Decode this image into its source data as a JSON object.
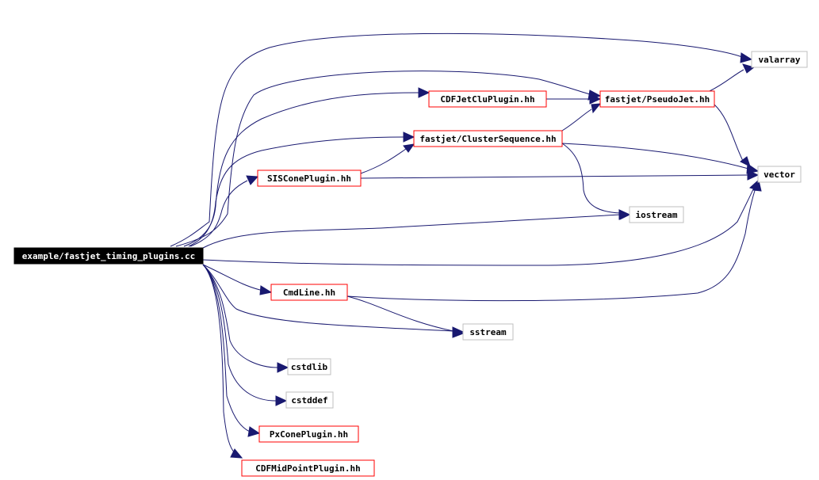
{
  "graph": {
    "root": "example/fastjet_timing_plugins.cc",
    "colors": {
      "edge": "#191970",
      "documented_border": "#ff0000",
      "external_border": "#bfbfbf",
      "root_fill": "#000000",
      "root_text": "#ffffff"
    },
    "nodes": [
      {
        "id": "root",
        "label": "example/fastjet_timing_plugins.cc",
        "kind": "root"
      },
      {
        "id": "valarray",
        "label": "valarray",
        "kind": "external"
      },
      {
        "id": "cdfjetclu",
        "label": "CDFJetCluPlugin.hh",
        "kind": "documented"
      },
      {
        "id": "pseudojet",
        "label": "fastjet/PseudoJet.hh",
        "kind": "documented"
      },
      {
        "id": "clusterseq",
        "label": "fastjet/ClusterSequence.hh",
        "kind": "documented"
      },
      {
        "id": "siscone",
        "label": "SISConePlugin.hh",
        "kind": "documented"
      },
      {
        "id": "vector",
        "label": "vector",
        "kind": "external"
      },
      {
        "id": "iostream",
        "label": "iostream",
        "kind": "external"
      },
      {
        "id": "cmdline",
        "label": "CmdLine.hh",
        "kind": "documented"
      },
      {
        "id": "sstream",
        "label": "sstream",
        "kind": "external"
      },
      {
        "id": "cstdlib",
        "label": "cstdlib",
        "kind": "external"
      },
      {
        "id": "cstddef",
        "label": "cstddef",
        "kind": "external"
      },
      {
        "id": "pxcone",
        "label": "PxConePlugin.hh",
        "kind": "documented"
      },
      {
        "id": "cdfmidpoint",
        "label": "CDFMidPointPlugin.hh",
        "kind": "documented"
      }
    ],
    "edges": [
      {
        "from": "root",
        "to": "valarray"
      },
      {
        "from": "root",
        "to": "pseudojet"
      },
      {
        "from": "root",
        "to": "cdfjetclu"
      },
      {
        "from": "root",
        "to": "clusterseq"
      },
      {
        "from": "root",
        "to": "siscone"
      },
      {
        "from": "root",
        "to": "iostream"
      },
      {
        "from": "root",
        "to": "vector"
      },
      {
        "from": "root",
        "to": "cmdline"
      },
      {
        "from": "root",
        "to": "sstream"
      },
      {
        "from": "root",
        "to": "cstdlib"
      },
      {
        "from": "root",
        "to": "cstddef"
      },
      {
        "from": "root",
        "to": "pxcone"
      },
      {
        "from": "root",
        "to": "cdfmidpoint"
      },
      {
        "from": "cdfjetclu",
        "to": "pseudojet"
      },
      {
        "from": "pseudojet",
        "to": "valarray"
      },
      {
        "from": "pseudojet",
        "to": "vector"
      },
      {
        "from": "clusterseq",
        "to": "pseudojet"
      },
      {
        "from": "clusterseq",
        "to": "vector"
      },
      {
        "from": "clusterseq",
        "to": "iostream"
      },
      {
        "from": "siscone",
        "to": "clusterseq"
      },
      {
        "from": "siscone",
        "to": "vector"
      },
      {
        "from": "cmdline",
        "to": "vector"
      },
      {
        "from": "cmdline",
        "to": "sstream"
      }
    ]
  }
}
